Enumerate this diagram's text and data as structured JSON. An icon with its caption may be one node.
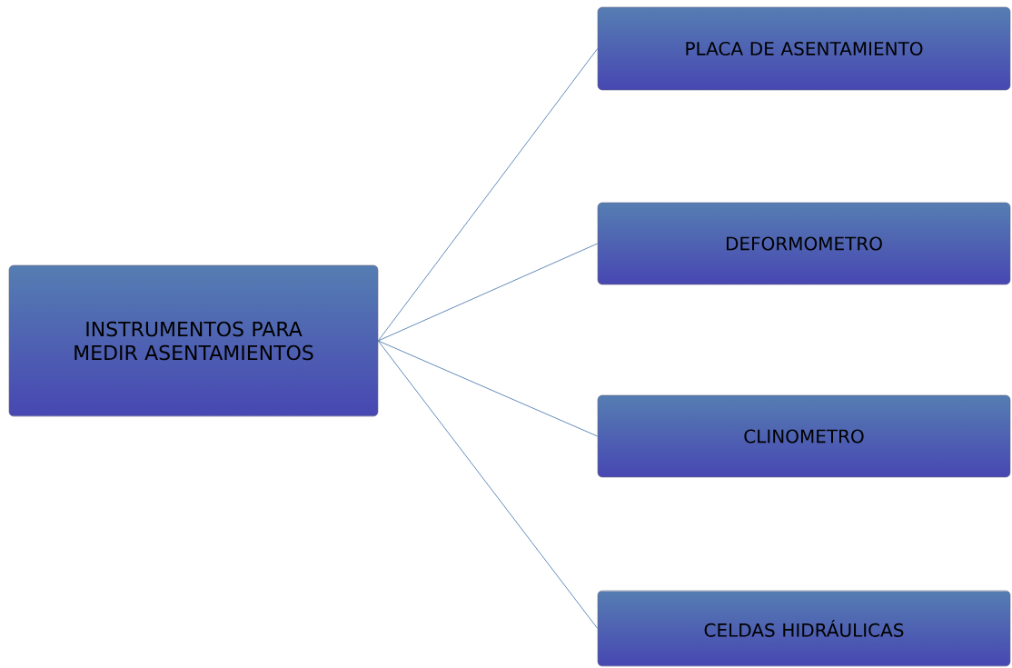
{
  "diagram": {
    "nodes": [
      {
        "text": [
          "INSTRUMENTOS PARA MEDIR ASENTAMIENTOS"
        ]
      },
      {
        "text": [
          "PLACA DE ASENTAMIENTO"
        ]
      },
      {
        "text": [
          "DEFORMOMETRO"
        ]
      },
      {
        "text": [
          "CLINOMETRO"
        ]
      },
      {
        "text": [
          "CELDAS HIDRÁULICAS"
        ]
      }
    ],
    "edges": [
      {
        "from": 0,
        "to": 1,
        "arrow": "none"
      },
      {
        "from": 0,
        "to": 2,
        "arrow": "none"
      },
      {
        "from": 0,
        "to": 3,
        "arrow": "none"
      },
      {
        "from": 0,
        "to": 4,
        "arrow": "none"
      }
    ]
  }
}
